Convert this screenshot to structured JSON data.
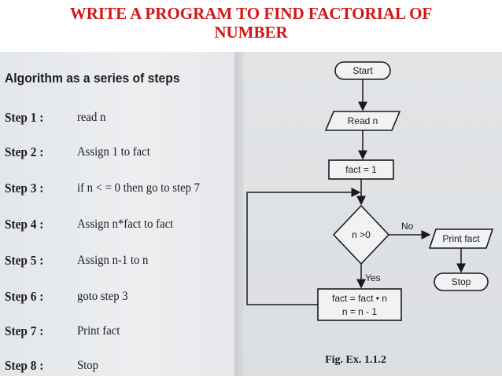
{
  "title_line1": "WRITE A PROGRAM TO FIND FACTORIAL OF",
  "title_line2": "NUMBER",
  "algorithm": {
    "heading": "Algorithm as a series of steps",
    "steps": [
      {
        "label": "Step 1 :",
        "text": "read n"
      },
      {
        "label": "Step 2 :",
        "text": "Assign 1 to fact"
      },
      {
        "label": "Step 3 :",
        "text": "if n < = 0 then go to step 7"
      },
      {
        "label": "Step 4 :",
        "text": "Assign n*fact to fact"
      },
      {
        "label": "Step 5 :",
        "text": "Assign n-1 to n"
      },
      {
        "label": "Step 6 :",
        "text": "goto step 3"
      },
      {
        "label": "Step 7 :",
        "text": "Print fact"
      },
      {
        "label": "Step 8 :",
        "text": "Stop"
      }
    ]
  },
  "flowchart": {
    "start": "Start",
    "read": "Read n",
    "init": "fact = 1",
    "decision": "n >0",
    "no_label": "No",
    "yes_label": "Yes",
    "print": "Print fact",
    "stop": "Stop",
    "process_line1": "fact = fact • n",
    "process_line2": "n = n - 1",
    "caption": "Fig. Ex. 1.1.2"
  }
}
